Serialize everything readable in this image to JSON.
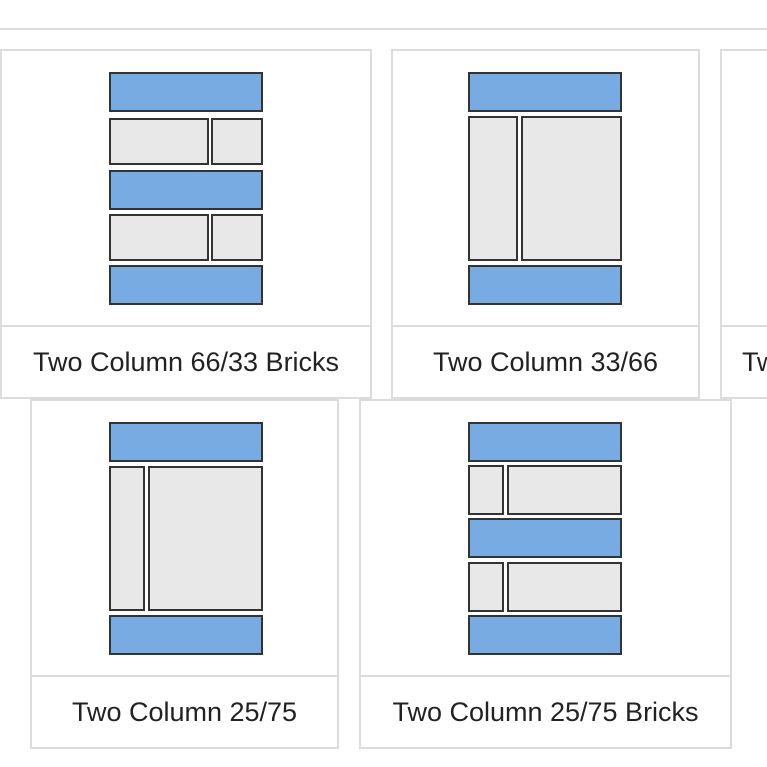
{
  "layouts": [
    {
      "label": "Two Column 66/33 Bricks",
      "colors": {
        "header_band": "#77abe2",
        "content_block": "#e8e8e8"
      }
    },
    {
      "label": "Two Column 33/66"
    },
    {
      "label": "Tw"
    },
    {
      "label": "Two Column 25/75"
    },
    {
      "label": "Two Column 25/75 Bricks"
    }
  ]
}
